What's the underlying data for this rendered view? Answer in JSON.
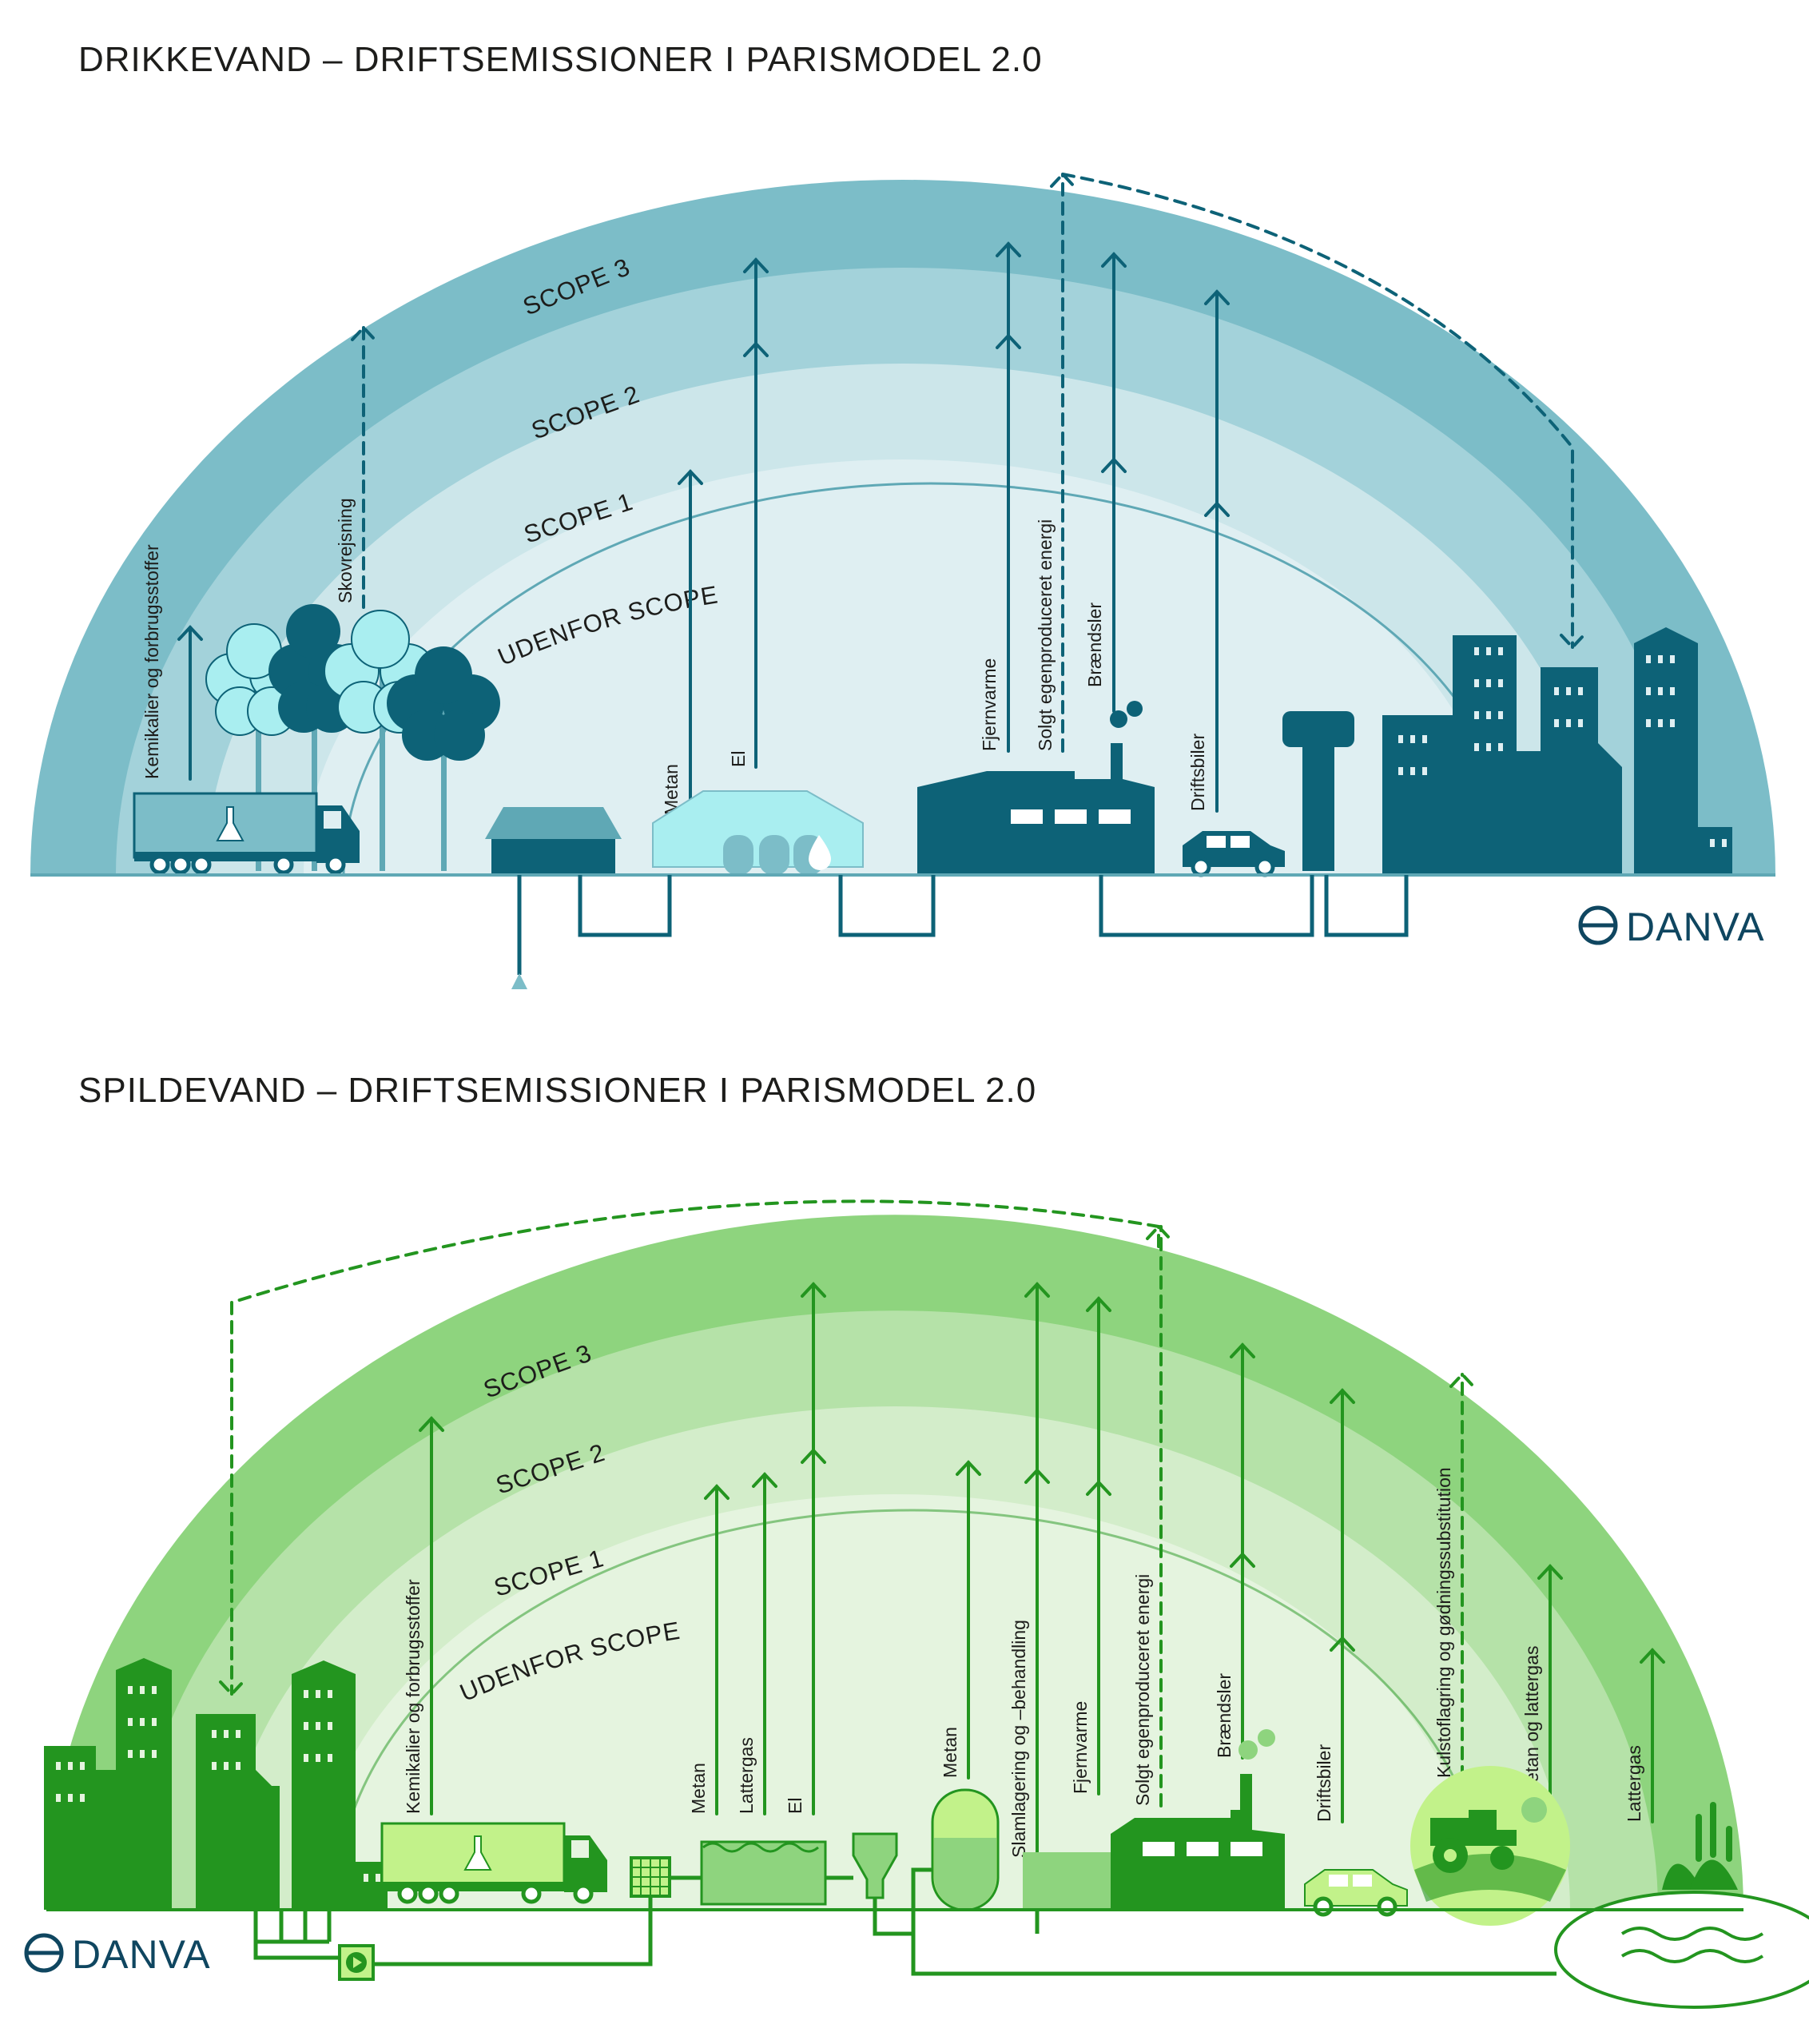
{
  "top": {
    "title": "DRIKKEVAND – DRIFTSEMISSIONER I PARISMODEL 2.0",
    "bands": {
      "outside": "UDENFOR SCOPE",
      "scope3": "SCOPE 3",
      "scope2": "SCOPE 2",
      "scope1": "SCOPE 1"
    },
    "labels": {
      "chemicals": "Kemikalier og forbrugsstoffer",
      "afforestation": "Skovrejsning",
      "methane": "Metan",
      "electricity": "El",
      "district_heating": "Fjernvarme",
      "sold_energy": "Solgt egenproduceret energi",
      "fuels": "Brændsler",
      "vehicles": "Driftsbiler"
    },
    "colors": {
      "outer": "#7cbdc8",
      "scope3": "#a3d2da",
      "scope2": "#cce6ea",
      "scope1": "#dfeff2",
      "dark": "#0d6277",
      "light": "#a9eef0",
      "mid": "#5fa8b5"
    },
    "logo": "DANVA"
  },
  "bottom": {
    "title": "SPILDEVAND – DRIFTSEMISSIONER I PARISMODEL 2.0",
    "bands": {
      "outside": "UDENFOR SCOPE",
      "scope3": "SCOPE 3",
      "scope2": "SCOPE 2",
      "scope1": "SCOPE 1"
    },
    "labels": {
      "chemicals": "Kemikalier og forbrugsstoffer",
      "methane1": "Metan",
      "nitrous1": "Lattergas",
      "electricity": "El",
      "methane2": "Metan",
      "sludge": "Slamlagering og –behandling",
      "district_heating": "Fjernvarme",
      "sold_energy": "Solgt egenproduceret energi",
      "fuels": "Brændsler",
      "vehicles": "Driftsbiler",
      "carbon": "Kulstoflagring og gødningssubstitution",
      "methane_nitrous": "Metan og lattergas",
      "nitrous2": "Lattergas"
    },
    "colors": {
      "outer": "#8ed47e",
      "scope3": "#b5e2a8",
      "scope2": "#d3edca",
      "scope1": "#e5f4df",
      "dark": "#23951f",
      "light": "#c2f28a"
    },
    "logo": "DANVA"
  }
}
